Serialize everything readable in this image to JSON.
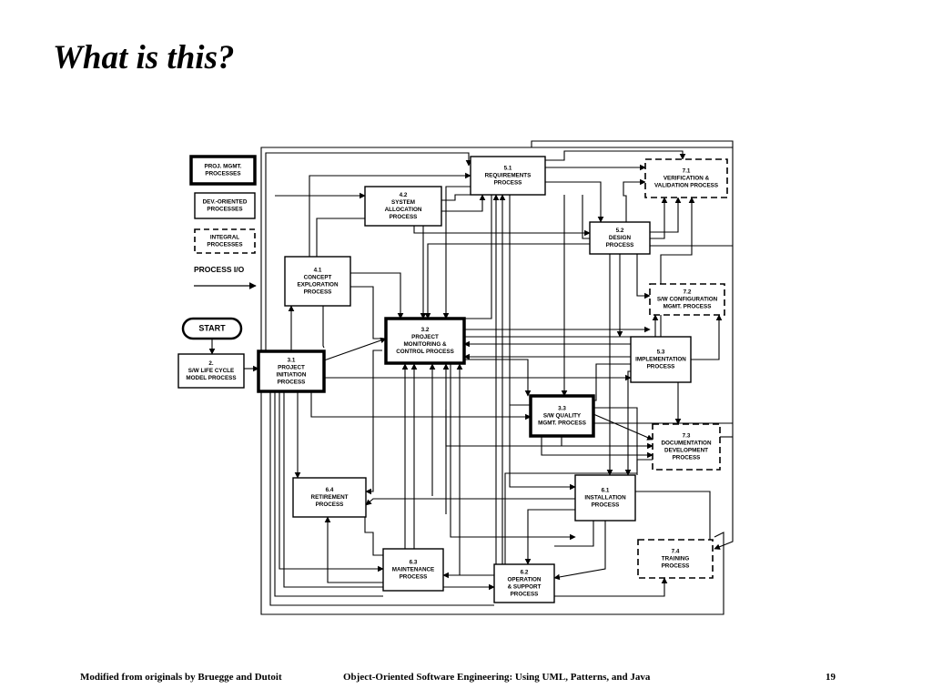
{
  "slide": {
    "title": "What is this?"
  },
  "legend": {
    "proj_mgmt": [
      "PROJ. MGMT.",
      "PROCESSES"
    ],
    "dev_oriented": [
      "DEV.-ORIENTED",
      "PROCESSES"
    ],
    "integral": [
      "INTEGRAL",
      "PROCESSES"
    ],
    "process_io": "PROCESS I/O"
  },
  "start_label": "START",
  "processes": [
    {
      "id": "p2",
      "style": "solid",
      "lines": [
        "2.",
        "S/W LIFE CYCLE",
        "MODEL PROCESS"
      ]
    },
    {
      "id": "p31",
      "style": "bold",
      "lines": [
        "3.1",
        "PROJECT",
        "INITIATION",
        "PROCESS"
      ]
    },
    {
      "id": "p32",
      "style": "bold",
      "lines": [
        "3.2",
        "PROJECT",
        "MONITORING &",
        "CONTROL PROCESS"
      ]
    },
    {
      "id": "p33",
      "style": "bold",
      "lines": [
        "3.3",
        "S/W QUALITY",
        "MGMT. PROCESS"
      ]
    },
    {
      "id": "p41",
      "style": "solid",
      "lines": [
        "4.1",
        "CONCEPT",
        "EXPLORATION",
        "PROCESS"
      ]
    },
    {
      "id": "p42",
      "style": "solid",
      "lines": [
        "4.2",
        "SYSTEM",
        "ALLOCATION",
        "PROCESS"
      ]
    },
    {
      "id": "p51",
      "style": "solid",
      "lines": [
        "5.1",
        "REQUIREMENTS",
        "PROCESS"
      ]
    },
    {
      "id": "p52",
      "style": "solid",
      "lines": [
        "5.2",
        "DESIGN",
        "PROCESS"
      ]
    },
    {
      "id": "p53",
      "style": "solid",
      "lines": [
        "5.3",
        "IMPLEMENTATION",
        "PROCESS"
      ]
    },
    {
      "id": "p61",
      "style": "solid",
      "lines": [
        "6.1",
        "INSTALLATION",
        "PROCESS"
      ]
    },
    {
      "id": "p62",
      "style": "solid",
      "lines": [
        "6.2",
        "OPERATION",
        "& SUPPORT",
        "PROCESS"
      ]
    },
    {
      "id": "p63",
      "style": "solid",
      "lines": [
        "6.3",
        "MAINTENANCE",
        "PROCESS"
      ]
    },
    {
      "id": "p64",
      "style": "solid",
      "lines": [
        "6.4",
        "RETIREMENT",
        "PROCESS"
      ]
    },
    {
      "id": "p71",
      "style": "dashed",
      "lines": [
        "7.1",
        "VERIFICATION &",
        "VALIDATION PROCESS"
      ]
    },
    {
      "id": "p72",
      "style": "dashed",
      "lines": [
        "7.2",
        "S/W CONFIGURATION",
        "MGMT. PROCESS"
      ]
    },
    {
      "id": "p73",
      "style": "dashed",
      "lines": [
        "7.3",
        "DOCUMENTATION",
        "DEVELOPMENT",
        "PROCESS"
      ]
    },
    {
      "id": "p74",
      "style": "dashed",
      "lines": [
        "7.4",
        "TRAINING",
        "PROCESS"
      ]
    }
  ],
  "footer": {
    "left": "Modified from originals by Bruegge and Dutoit",
    "center": "Object-Oriented Software Engineering: Using UML, Patterns, and Java",
    "page": "19"
  }
}
